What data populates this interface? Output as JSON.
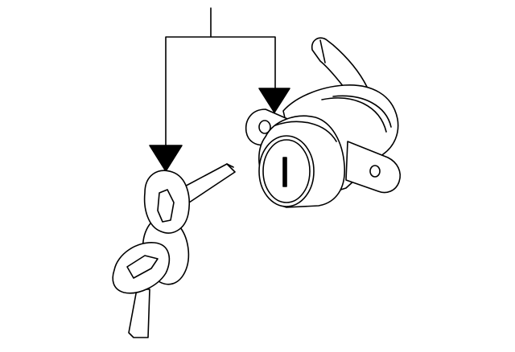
{
  "diagram": {
    "style": "monochrome line art",
    "background": "#ffffff",
    "colors": {
      "line": "#000000",
      "fill": "#ffffff"
    },
    "components": [
      {
        "id": "key-set",
        "icon": "key-icon",
        "count": 2
      },
      {
        "id": "lock-cylinder",
        "icon": "lock-cylinder-icon"
      }
    ],
    "callout": {
      "type": "leader-bracket",
      "arrows": 2
    }
  }
}
